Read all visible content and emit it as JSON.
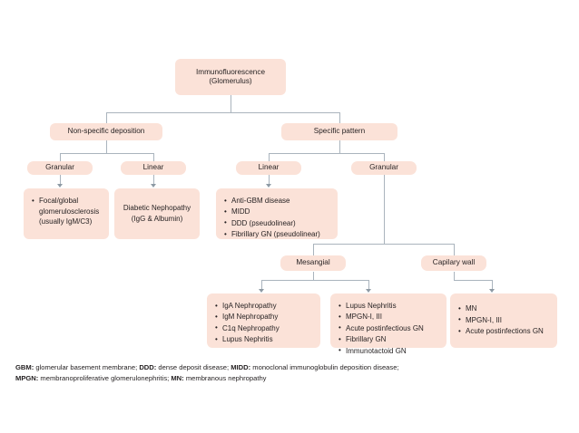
{
  "diagram": {
    "title_node": {
      "line1": "Immunofluorescence",
      "line2": "(Glomerulus)"
    },
    "level2": {
      "non_specific": "Non-specific deposition",
      "specific": "Specific pattern"
    },
    "level3": {
      "ns_granular": "Granular",
      "ns_linear": "Linear",
      "sp_linear": "Linear",
      "sp_granular": "Granular"
    },
    "level4": {
      "mesangial": "Mesangial",
      "capillary_wall": "Capilary wall"
    },
    "boxes": {
      "focal_global": {
        "items": [
          "Focal/global glomerulosclerosis (usually IgM/C3)"
        ]
      },
      "diabetic": {
        "line1": "Diabetic Nephopathy",
        "line2": "(IgG & Albumin)"
      },
      "linear_specific": {
        "items": [
          "Anti-GBM disease",
          "MIDD",
          "DDD (pseudolinear)",
          "Fibrillary GN (pseudolinear)"
        ]
      },
      "mesangial_list": {
        "items": [
          "IgA Nephropathy",
          "IgM Nephropathy",
          "C1q Nephropathy",
          "Lupus Nephritis"
        ]
      },
      "capillary_mid_list": {
        "items": [
          "Lupus Nephritis",
          "MPGN-I, III",
          "Acute postinfectious GN",
          "Fibrillary GN",
          "Immunotactoid GN"
        ]
      },
      "capillary_right_list": {
        "items": [
          "MN",
          "MPGN-I, III",
          "Acute postinfections GN"
        ]
      }
    },
    "legend": {
      "line1_parts": [
        {
          "abbr": "GBM:",
          "text": " glomerular basement membrane; "
        },
        {
          "abbr": "DDD:",
          "text": " dense deposit disease; "
        },
        {
          "abbr": "MIDD:",
          "text": " monoclonal immunoglobulin deposition disease;"
        }
      ],
      "line2_parts": [
        {
          "abbr": "MPGN:",
          "text": " membranoproliferative glomerulonephritis; "
        },
        {
          "abbr": "MN:",
          "text": " membranous nephropathy"
        }
      ]
    },
    "colors": {
      "node_fill": "#fbe2d8",
      "connector": "#aab4bd",
      "text": "#231f20"
    }
  }
}
